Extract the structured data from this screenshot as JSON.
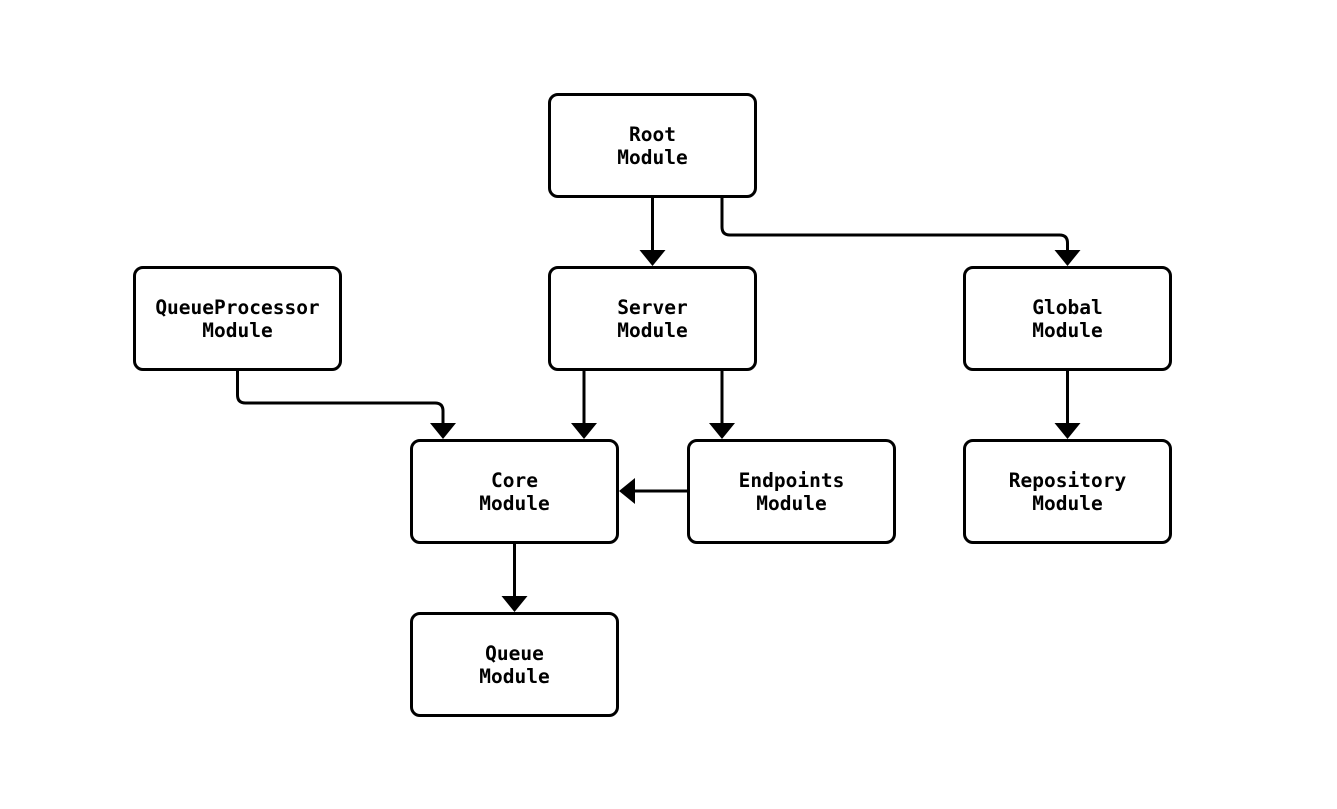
{
  "diagram": {
    "background_color": "#ffffff",
    "node_fill_color": "#ffffff",
    "stroke_color": "#000000",
    "nodes": [
      {
        "id": "root",
        "label": "Root\nModule"
      },
      {
        "id": "queueprocessor",
        "label": "QueueProcessor\nModule"
      },
      {
        "id": "server",
        "label": "Server\nModule"
      },
      {
        "id": "global",
        "label": "Global\nModule"
      },
      {
        "id": "core",
        "label": "Core\nModule"
      },
      {
        "id": "endpoints",
        "label": "Endpoints\nModule"
      },
      {
        "id": "repository",
        "label": "Repository\nModule"
      },
      {
        "id": "queue",
        "label": "Queue\nModule"
      }
    ],
    "edges": [
      {
        "from": "Root Module",
        "to": "Server Module"
      },
      {
        "from": "Root Module",
        "to": "Global Module"
      },
      {
        "from": "QueueProcessor Module",
        "to": "Core Module"
      },
      {
        "from": "Server Module",
        "to": "Core Module"
      },
      {
        "from": "Server Module",
        "to": "Endpoints Module"
      },
      {
        "from": "Endpoints Module",
        "to": "Core Module"
      },
      {
        "from": "Global Module",
        "to": "Repository Module"
      },
      {
        "from": "Core Module",
        "to": "Queue Module"
      }
    ]
  }
}
